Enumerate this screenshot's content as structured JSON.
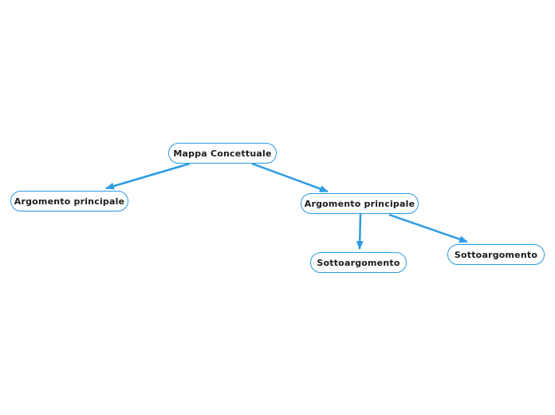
{
  "canvas": {
    "background_color": "#ffffff",
    "accent_color": "#2b9be5",
    "text_color": "#1b1b1b"
  },
  "nodes": [
    {
      "id": "root",
      "label": "Mappa Concettuale"
    },
    {
      "id": "main-left",
      "label": "Argomento principale"
    },
    {
      "id": "main-right",
      "label": "Argomento principale"
    },
    {
      "id": "sub-1",
      "label": "Sottoargomento"
    },
    {
      "id": "sub-2",
      "label": "Sottoargomento"
    }
  ],
  "edges": [
    {
      "from": "root",
      "to": "main-left"
    },
    {
      "from": "root",
      "to": "main-right"
    },
    {
      "from": "main-right",
      "to": "sub-1"
    },
    {
      "from": "main-right",
      "to": "sub-2"
    }
  ]
}
